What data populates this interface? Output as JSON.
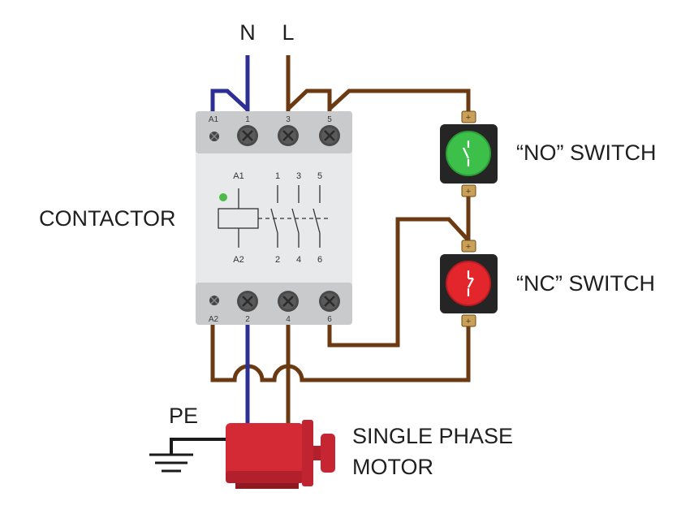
{
  "labels": {
    "neutral": "N",
    "line": "L",
    "contactor": "CONTACTOR",
    "no_switch": "“NO” SWITCH",
    "nc_switch": "“NC” SWITCH",
    "motor_line1": "SINGLE PHASE",
    "motor_line2": "MOTOR",
    "earth": "PE"
  },
  "terminals": {
    "top": [
      "A1",
      "1",
      "3",
      "5"
    ],
    "bottom": [
      "A2",
      "2",
      "4",
      "6"
    ]
  },
  "schematic": {
    "coil_top": "A1",
    "coil_bottom": "A2",
    "contacts_top": [
      "1",
      "3",
      "5"
    ],
    "contacts_bottom": [
      "2",
      "4",
      "6"
    ]
  },
  "colors": {
    "neutral_wire": "#2d2f94",
    "line_wire": "#6b3a12",
    "earth_wire": "#1a1a1a",
    "no_button": "#3cc04a",
    "nc_button": "#e3262c",
    "motor": "#d42a36",
    "indicator": "#4cbb4c"
  },
  "icons": {
    "terminal_screw": "x-screw-icon",
    "switch_terminal": "plus-screw-icon",
    "earth": "ground-icon"
  }
}
